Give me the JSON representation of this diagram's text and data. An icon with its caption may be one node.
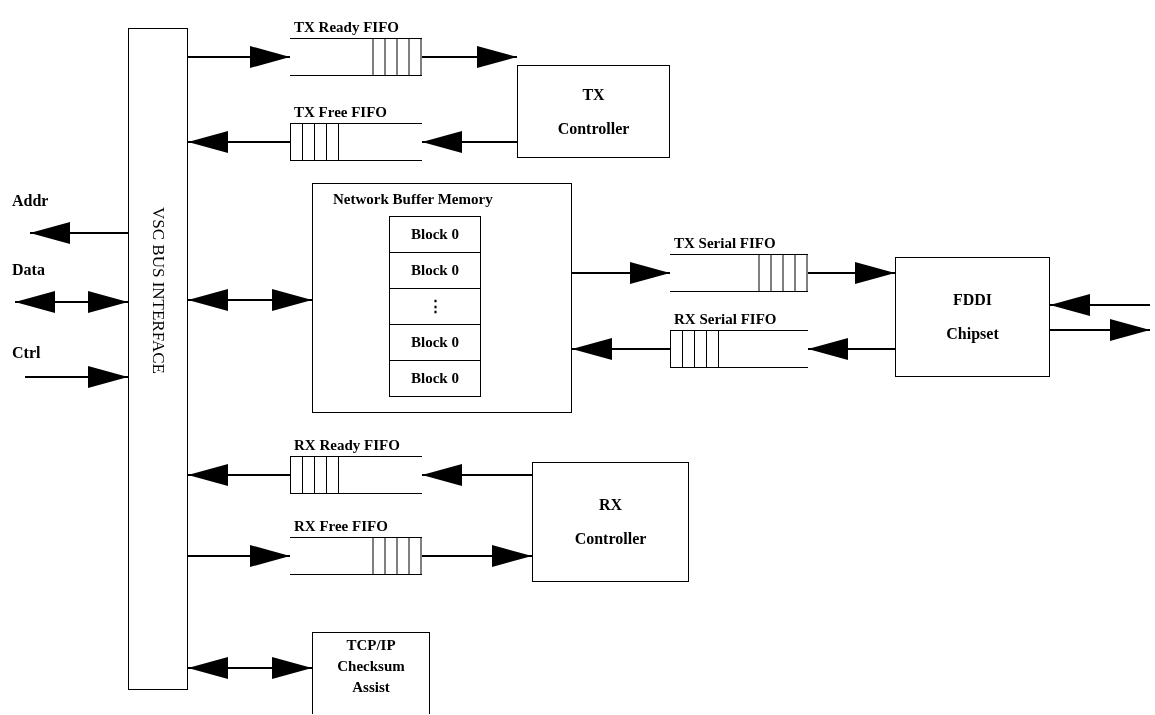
{
  "diagram": {
    "nodes": [
      {
        "text": [
          "VSC BUS INTERFACE"
        ]
      },
      {
        "text": [
          "TX Ready FIFO"
        ]
      },
      {
        "text": [
          "TX Controller"
        ]
      },
      {
        "text": [
          "TX Free FIFO"
        ]
      },
      {
        "text": [
          "Network Buffer Memory"
        ]
      },
      {
        "text": [
          "Block 0"
        ],
        "in": 4
      },
      {
        "text": [
          "Block 0"
        ],
        "in": 4
      },
      {
        "text": [
          "⋮"
        ],
        "in": 4
      },
      {
        "text": [
          "Block 0"
        ],
        "in": 4
      },
      {
        "text": [
          "Block 0"
        ],
        "in": 4
      },
      {
        "text": [
          "TX Serial FIFO"
        ]
      },
      {
        "text": [
          "RX Serial FIFO"
        ]
      },
      {
        "text": [
          "FDDI Chipset"
        ]
      },
      {
        "text": [
          "RX Ready FIFO"
        ]
      },
      {
        "text": [
          "RX Free FIFO"
        ]
      },
      {
        "text": [
          "RX Controller"
        ]
      },
      {
        "text": [
          "TCP/IP Checksum Assist"
        ]
      }
    ],
    "edges": [
      {
        "from": 0,
        "to": 1,
        "arrow": "to"
      },
      {
        "from": 1,
        "to": 2,
        "arrow": "to"
      },
      {
        "from": 2,
        "to": 3,
        "arrow": "to"
      },
      {
        "from": 3,
        "to": 0,
        "arrow": "to"
      },
      {
        "from": 0,
        "to": 4,
        "arrow": "both"
      },
      {
        "from": 4,
        "to": 10,
        "arrow": "to"
      },
      {
        "from": 10,
        "to": 12,
        "arrow": "to"
      },
      {
        "from": 12,
        "to": 11,
        "arrow": "to"
      },
      {
        "from": 11,
        "to": 4,
        "arrow": "to"
      },
      {
        "from": 15,
        "to": 13,
        "arrow": "to"
      },
      {
        "from": 13,
        "to": 0,
        "arrow": "to"
      },
      {
        "from": 0,
        "to": 14,
        "arrow": "to"
      },
      {
        "from": 14,
        "to": 15,
        "arrow": "to"
      },
      {
        "from": 0,
        "to": 16,
        "arrow": "both"
      },
      {
        "from": 0,
        "to": null,
        "arrow": "to",
        "label": "Addr"
      },
      {
        "from": null,
        "to": 0,
        "arrow": "both",
        "label": "Data"
      },
      {
        "from": null,
        "to": 0,
        "arrow": "to",
        "label": "Ctrl"
      },
      {
        "from": null,
        "to": 12,
        "arrow": "to"
      },
      {
        "from": 12,
        "to": null,
        "arrow": "to"
      }
    ]
  }
}
